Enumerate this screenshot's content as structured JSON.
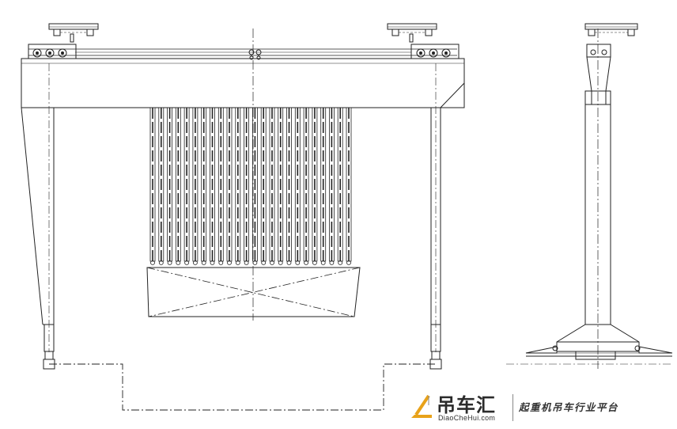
{
  "watermark": {
    "name_cn": "吊车汇",
    "domain": "DiaoCheHui.com",
    "slogan": "起重机吊车行业平台",
    "accent_color": "#e8a21a"
  },
  "drawing": {
    "stroke_color": "#222222",
    "beam_count": 24
  }
}
